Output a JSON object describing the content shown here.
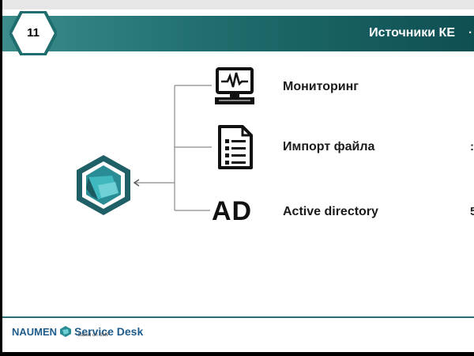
{
  "header": {
    "slide_number": "11",
    "title": "Источники КЕ"
  },
  "sources": [
    {
      "label": "Мониторинг",
      "icon": "monitor-icon"
    },
    {
      "label": "Импорт файла",
      "icon": "document-icon"
    },
    {
      "label": "Active directory",
      "icon": "ad-text-icon",
      "icon_text": "AD"
    }
  ],
  "center_logo": {
    "icon": "service-desk-logo-icon"
  },
  "footer": {
    "brand": "NAUMEN",
    "product": "Service Desk",
    "tagline": "based on SMP"
  },
  "colors": {
    "header_start": "#3c8c8c",
    "header_end": "#0f4f52",
    "logo_dark": "#1f5f66",
    "logo_light": "#3fb0b8",
    "brand_blue": "#1f5c8c"
  }
}
